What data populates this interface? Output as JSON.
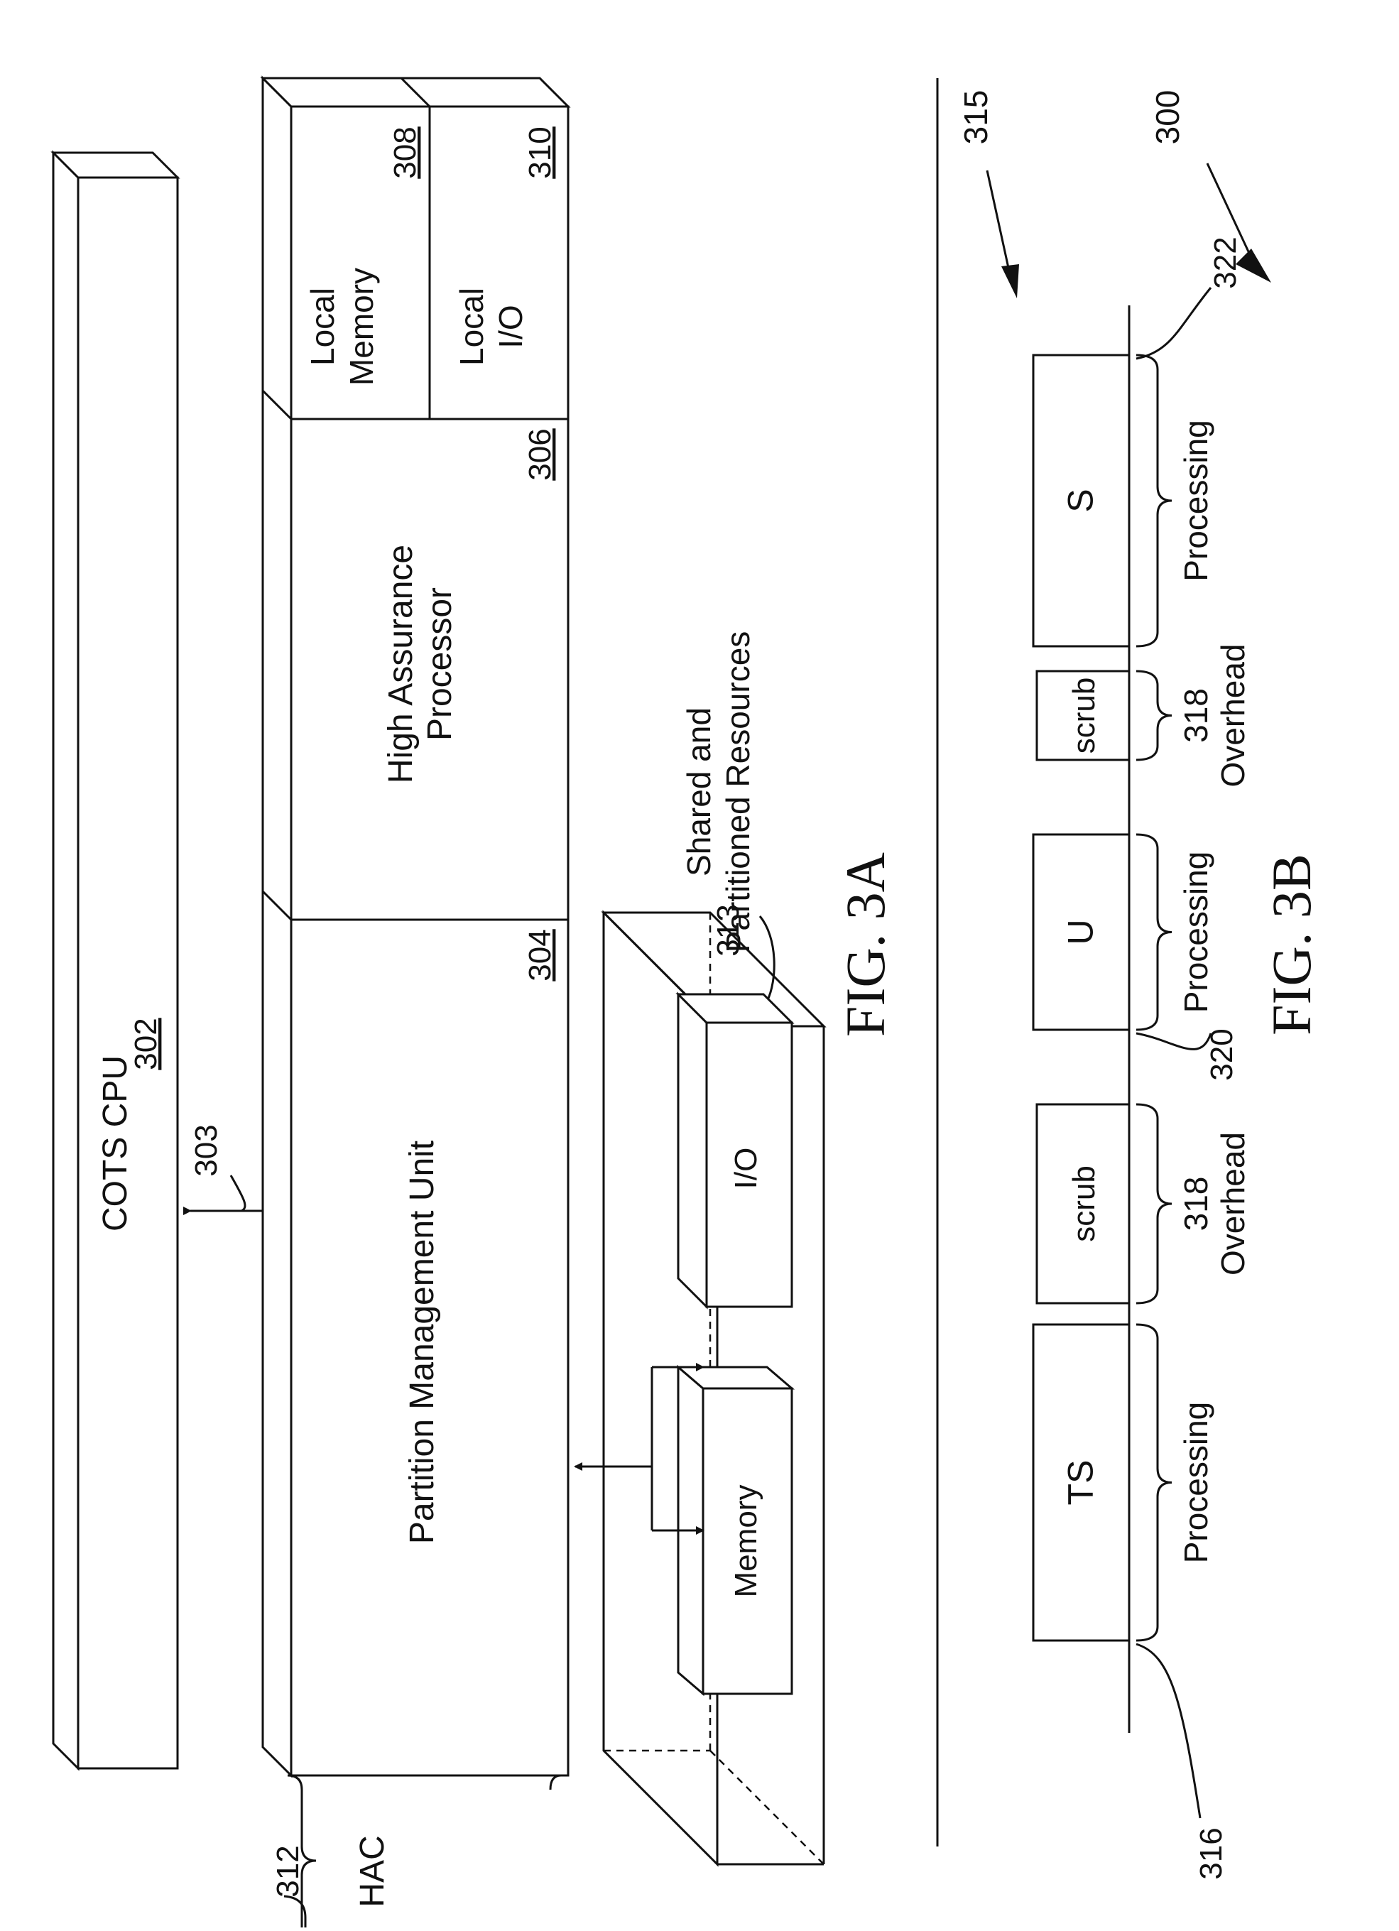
{
  "fig3a": {
    "ref_overall": "300",
    "cots_cpu": {
      "label": "COTS CPU",
      "ref": "302"
    },
    "bus_ref": "303",
    "pmu": {
      "label": "Partition Management Unit",
      "ref": "304"
    },
    "hap": {
      "line1": "High Assurance",
      "line2": "Processor",
      "ref": "306"
    },
    "local_memory": {
      "line1": "Local",
      "line2": "Memory",
      "ref": "308"
    },
    "local_io": {
      "line1": "Local",
      "line2": "I/O",
      "ref": "310"
    },
    "hac": {
      "label": "HAC",
      "ref": "312"
    },
    "resources": {
      "line1": "Shared and",
      "line2": "Partitioned Resources",
      "ref": "313"
    },
    "memory_label": "Memory",
    "io_label": "I/O",
    "caption": "FIG. 3A"
  },
  "fig3b": {
    "ref_overall": "315",
    "segments": [
      {
        "label": "TS"
      },
      {
        "label": "scrub"
      },
      {
        "label": "U"
      },
      {
        "label": "scrub"
      },
      {
        "label": "S"
      }
    ],
    "braces": [
      {
        "line1": "Processing",
        "ref": "316"
      },
      {
        "line1": "318",
        "line2": "Overhead"
      },
      {
        "line1": "Processing",
        "ref": "320"
      },
      {
        "line1": "318",
        "line2": "Overhead"
      },
      {
        "line1": "Processing",
        "ref": "322"
      }
    ],
    "caption": "FIG. 3B"
  }
}
